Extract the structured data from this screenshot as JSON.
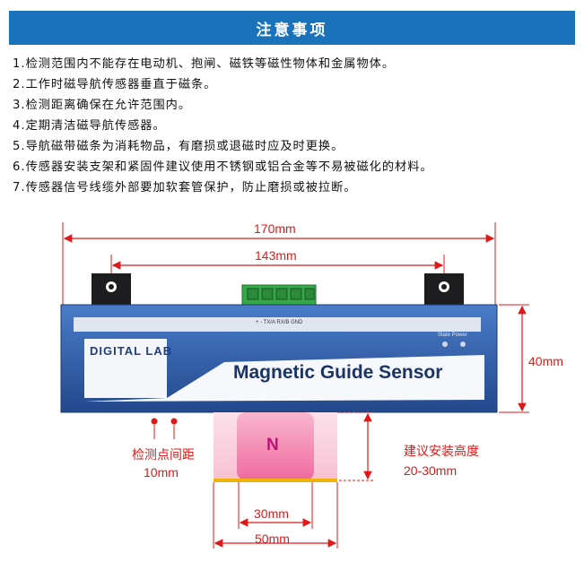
{
  "banner": {
    "title": "注意事项"
  },
  "notes": [
    "1.检测范围内不能存在电动机、抱闸、磁铁等磁性物体和金属物体。",
    "2.工作时磁导航传感器垂直于磁条。",
    "3.检测距离确保在允许范围内。",
    "4.定期清洁磁导航传感器。",
    "5.导航磁带磁条为消耗物品，有磨损或退磁时应及时更换。",
    "6.传感器安装支架和紧固件建议使用不锈钢或铝合金等不易被磁化的材料。",
    "7.传感器信号线缆外部要加软套管保护，防止磨损或被拉断。"
  ],
  "dimensions": {
    "overall_width": "170mm",
    "mount_spacing": "143mm",
    "height": "40mm",
    "magnet_width": "30mm",
    "tape_width": "50mm",
    "probe_spacing_label": "检测点间距",
    "probe_spacing_value": "10mm",
    "install_height_label": "建议安装高度",
    "install_height_value": "20-30mm"
  },
  "device": {
    "product_name": "Magnetic Guide Sensor",
    "brand": "DIGITAL LAB",
    "top_strip": "+  -  TX/A RX/B GND",
    "indicator_labels": "State  Power"
  },
  "magnet": {
    "pole": "N"
  },
  "colors": {
    "banner": "#1a73ba",
    "sensor_body": "#2c5aa6",
    "dimension_red": "#e01818",
    "magnet_pink": "#f06aa0",
    "pole_text": "#c0117a",
    "terminal_green": "#37a84a"
  }
}
